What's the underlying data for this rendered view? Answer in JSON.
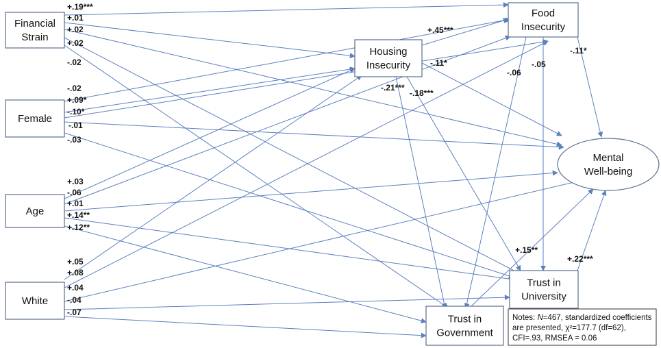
{
  "colors": {
    "arrow": "#5b7fbf",
    "box": "#5b6f8c",
    "text": "#111111"
  },
  "nodes": {
    "financial_strain": {
      "lines": [
        "Financial",
        "Strain"
      ]
    },
    "female": {
      "lines": [
        "Female"
      ]
    },
    "age": {
      "lines": [
        "Age"
      ]
    },
    "white": {
      "lines": [
        "White"
      ]
    },
    "housing": {
      "lines": [
        "Housing",
        "Insecurity"
      ]
    },
    "food": {
      "lines": [
        "Food",
        "Insecurity"
      ]
    },
    "mental": {
      "lines": [
        "Mental",
        "Well-being"
      ]
    },
    "university": {
      "lines": [
        "Trust in",
        "University"
      ]
    },
    "government": {
      "lines": [
        "Trust in",
        "Government"
      ]
    }
  },
  "paths": [
    {
      "from": "financial_strain",
      "to": "food",
      "coef": "+.19***"
    },
    {
      "from": "financial_strain",
      "to": "housing",
      "coef": "+.01"
    },
    {
      "from": "financial_strain",
      "to": "mental",
      "coef": "+.02"
    },
    {
      "from": "financial_strain",
      "to": "university",
      "coef": "+.02"
    },
    {
      "from": "financial_strain",
      "to": "government",
      "coef": "-.02"
    },
    {
      "from": "female",
      "to": "food",
      "coef": "-.02"
    },
    {
      "from": "female",
      "to": "housing",
      "coef": "+.09*"
    },
    {
      "from": "female",
      "to": "mental",
      "coef": "-.10*"
    },
    {
      "from": "female",
      "to": "university",
      "coef": "-.01"
    },
    {
      "from": "female",
      "to": "government",
      "coef": "-.03"
    },
    {
      "from": "age",
      "to": "housing",
      "coef": "+.03"
    },
    {
      "from": "age",
      "to": "food",
      "coef": "-.06"
    },
    {
      "from": "age",
      "to": "mental",
      "coef": "+.01"
    },
    {
      "from": "age",
      "to": "university",
      "coef": "+.14**"
    },
    {
      "from": "age",
      "to": "government",
      "coef": "+.12**"
    },
    {
      "from": "white",
      "to": "housing",
      "coef": "+.05"
    },
    {
      "from": "white",
      "to": "food",
      "coef": "+.08"
    },
    {
      "from": "white",
      "to": "mental",
      "coef": "+.04"
    },
    {
      "from": "white",
      "to": "university",
      "coef": "-.04"
    },
    {
      "from": "white",
      "to": "government",
      "coef": "-.07"
    },
    {
      "from": "housing",
      "to": "food",
      "coef": "+.45***"
    },
    {
      "from": "housing",
      "to": "mental",
      "coef": "-.11*"
    },
    {
      "from": "housing",
      "to": "government",
      "coef": "-.21***"
    },
    {
      "from": "housing",
      "to": "university",
      "coef": "-.18***"
    },
    {
      "from": "food",
      "to": "mental",
      "coef": "-.11*"
    },
    {
      "from": "food",
      "to": "government",
      "coef": "-.06"
    },
    {
      "from": "food",
      "to": "university",
      "coef": "-.05"
    },
    {
      "from": "government",
      "to": "mental",
      "coef": "+.15**"
    },
    {
      "from": "university",
      "to": "mental",
      "coef": "+.22***"
    }
  ],
  "notes": {
    "line1_prefix": "Notes: ",
    "line1_italic": "N",
    "line1_rest": "=467,  standardized coefficients",
    "line2": "are presented, χ²=177.7 (df=62),",
    "line3": "CFI=.93, RMSEA = 0.06"
  }
}
